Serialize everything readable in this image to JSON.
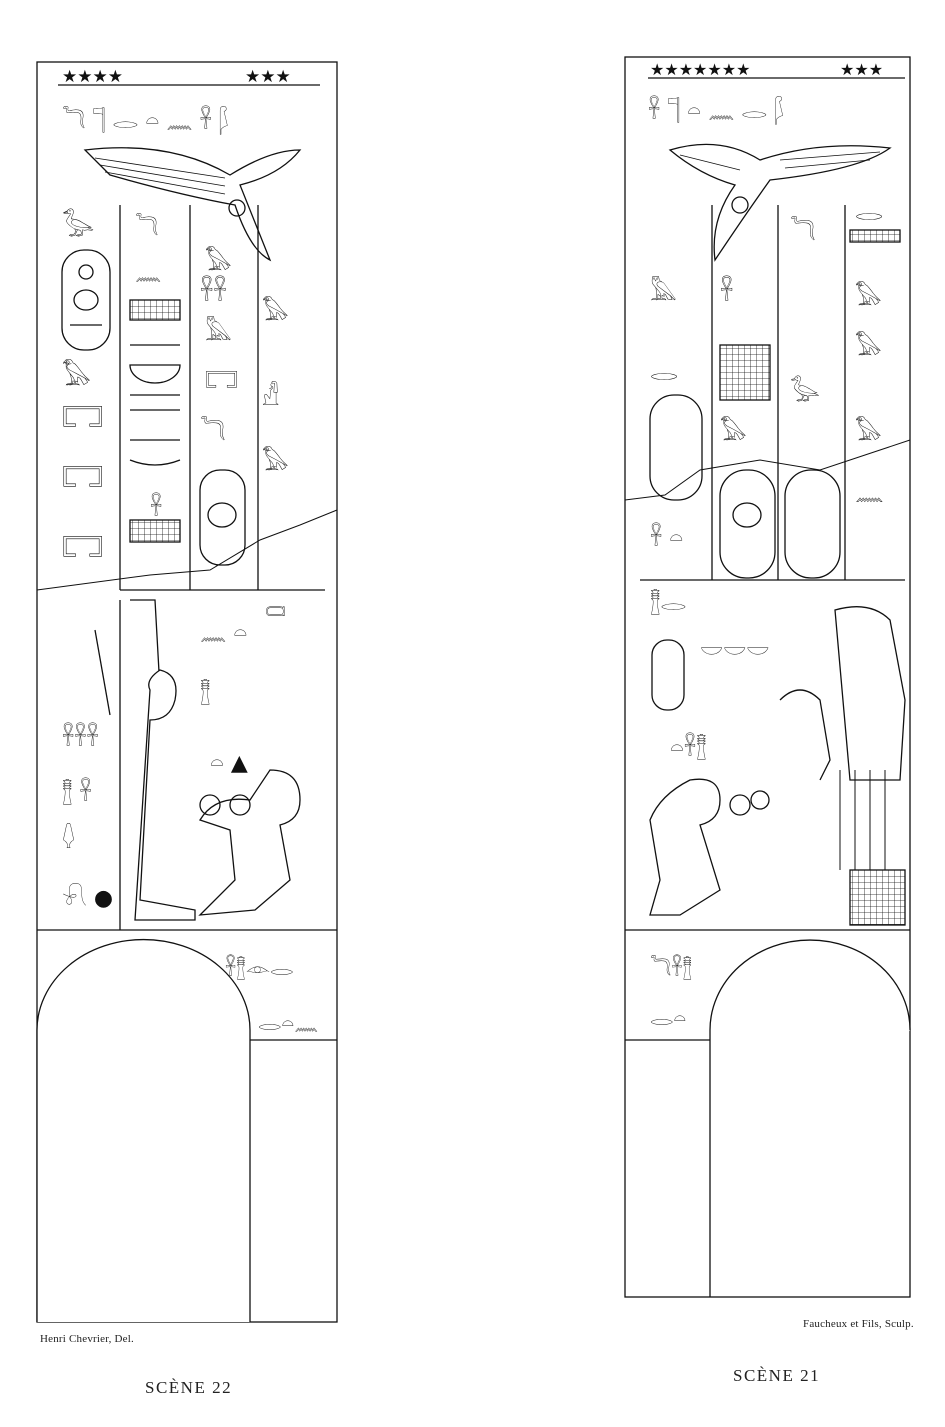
{
  "plate": {
    "left_panel": {
      "scene_label": "SCÈNE 22"
    },
    "right_panel": {
      "scene_label": "SCÈNE 21"
    },
    "credits": {
      "draughtsman": "Henri Chevrier, Del.",
      "engraver": "Faucheux et Fils, Sculp."
    }
  },
  "icons": [
    "star-band",
    "vulture",
    "ankh",
    "cartouche",
    "scarab",
    "falcon",
    "duck",
    "offering-figures",
    "kneeling-king",
    "seated-god",
    "doorway-arch"
  ],
  "colors": {
    "ink": "#111111",
    "paper": "#ffffff"
  }
}
